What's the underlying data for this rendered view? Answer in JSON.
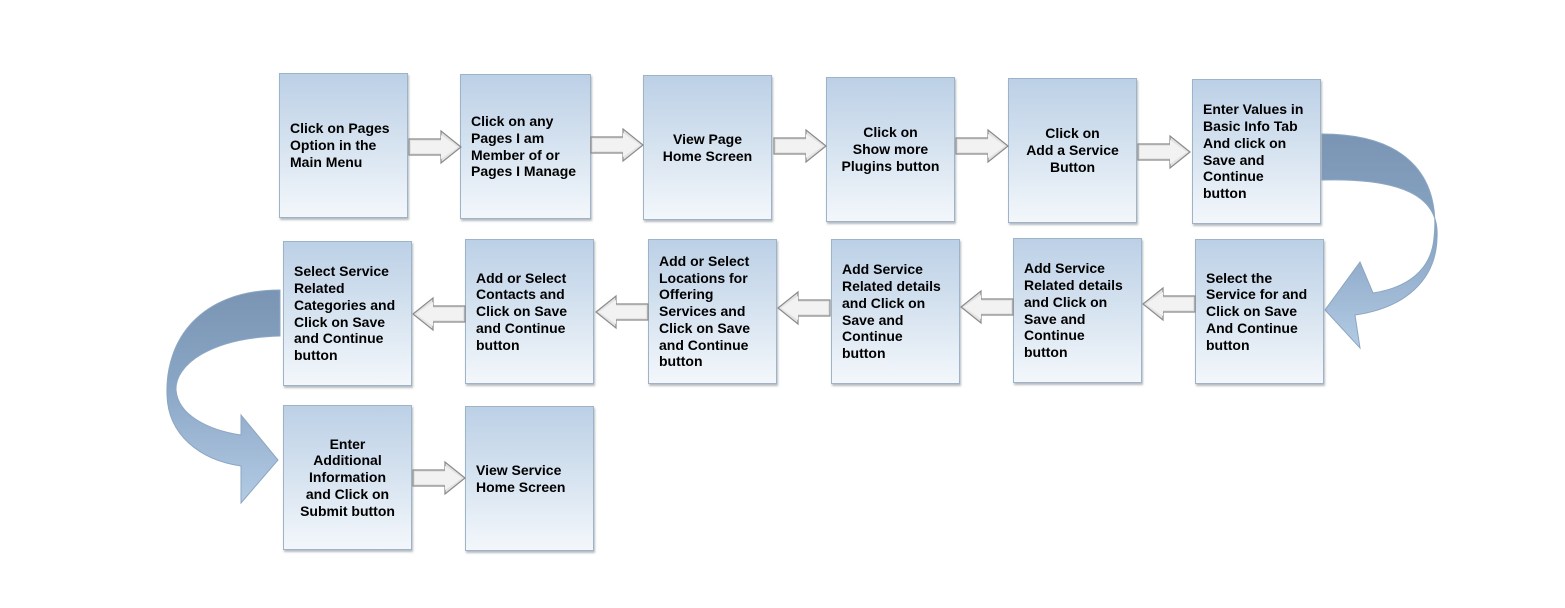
{
  "flow": {
    "row1": {
      "step1": "Click on Pages\nOption in the\nMain Menu",
      "step2": "Click on any\nPages I am\nMember of or\nPages I Manage",
      "step3": "View Page\nHome Screen",
      "step4": "Click on\nShow more\nPlugins button",
      "step5": "Click on\nAdd a Service\nButton",
      "step6": "Enter Values in\nBasic Info Tab\nAnd click on\nSave and\nContinue\nbutton"
    },
    "row2": {
      "step7": "Select the\nService for and\nClick on Save\nAnd Continue\nbutton",
      "step8": "Add Service\nRelated details\nand Click on\nSave and\nContinue\nbutton",
      "step9": "Add Service\nRelated details\nand Click on\nSave and\nContinue\nbutton",
      "step10": "Add or Select\nLocations for\nOffering\nServices and\nClick on Save\nand Continue\nbutton",
      "step11": "Add or Select\nContacts and\nClick on Save\nand Continue\nbutton",
      "step12": "Select Service\nRelated\nCategories and\nClick on Save\nand Continue\nbutton"
    },
    "row3": {
      "step13": "Enter\nAdditional\nInformation\nand Click on\nSubmit button",
      "step14": "View Service\nHome Screen"
    }
  },
  "colors": {
    "box_top": "#bcd0e6",
    "box_bottom": "#f3f7fb",
    "arrow": "#e4e4e4",
    "curve_arrow_dark": "#7b97b5",
    "curve_arrow_light": "#a9c3df"
  }
}
